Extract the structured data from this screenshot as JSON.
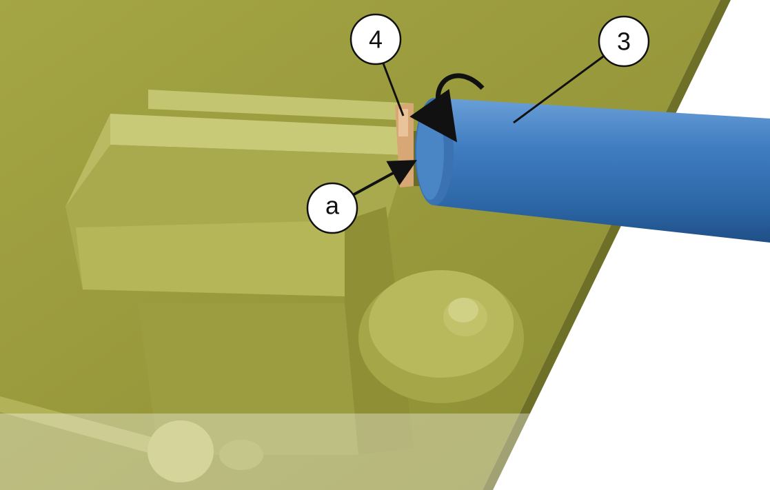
{
  "callouts": {
    "part_4": "4",
    "part_3": "3",
    "point_a": "a"
  },
  "colors": {
    "bench": "#9e9f3d",
    "vise": "#b3b45a",
    "tube": "#3a76b8",
    "fitting": "#d8a776",
    "background": "#ffffff"
  },
  "icons": {
    "rotation": "curved-rotation-arrow-icon",
    "pointer": "arrow-icon"
  }
}
